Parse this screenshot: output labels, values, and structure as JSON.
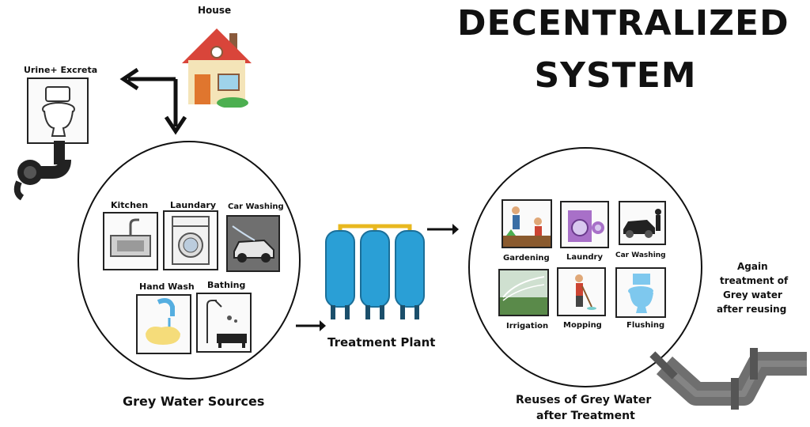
{
  "title": {
    "line1": "DECENTRALIZED",
    "line2": "SYSTEM"
  },
  "house": {
    "label": "House",
    "icon": "house-icon"
  },
  "toilet": {
    "label": "Urine+ Excreta",
    "icon": "toilet-icon"
  },
  "sources": {
    "label": "Grey Water Sources",
    "items": [
      {
        "label": "Kitchen",
        "icon": "kitchen-sink-icon"
      },
      {
        "label": "Laundary",
        "icon": "washing-machine-icon"
      },
      {
        "label": "Car Washing",
        "icon": "car-washing-icon"
      },
      {
        "label": "Hand Wash",
        "icon": "hand-wash-icon"
      },
      {
        "label": "Bathing",
        "icon": "bathtub-icon"
      }
    ]
  },
  "plant": {
    "label": "Treatment Plant",
    "icon": "treatment-tanks-icon"
  },
  "reuses": {
    "label_line1": "Reuses of Grey  Water",
    "label_line2": "after Treatment",
    "items": [
      {
        "label": "Gardening",
        "icon": "gardening-icon"
      },
      {
        "label": "Laundry",
        "icon": "laundry-icon"
      },
      {
        "label": "Car Washing",
        "icon": "car-washing-icon"
      },
      {
        "label": "Irrigation",
        "icon": "irrigation-icon"
      },
      {
        "label": "Mopping",
        "icon": "mopping-icon"
      },
      {
        "label": "Flushing",
        "icon": "flushing-icon"
      }
    ]
  },
  "again": {
    "line1": "Again",
    "line2": "treatment of",
    "line3": "Grey water",
    "line4": "after reusing"
  },
  "colors": {
    "tank_blue": "#2a9fd6",
    "pipe_yellow": "#e8b820",
    "pipe_gray": "#7a7a7a",
    "roof_red": "#d9453a"
  }
}
